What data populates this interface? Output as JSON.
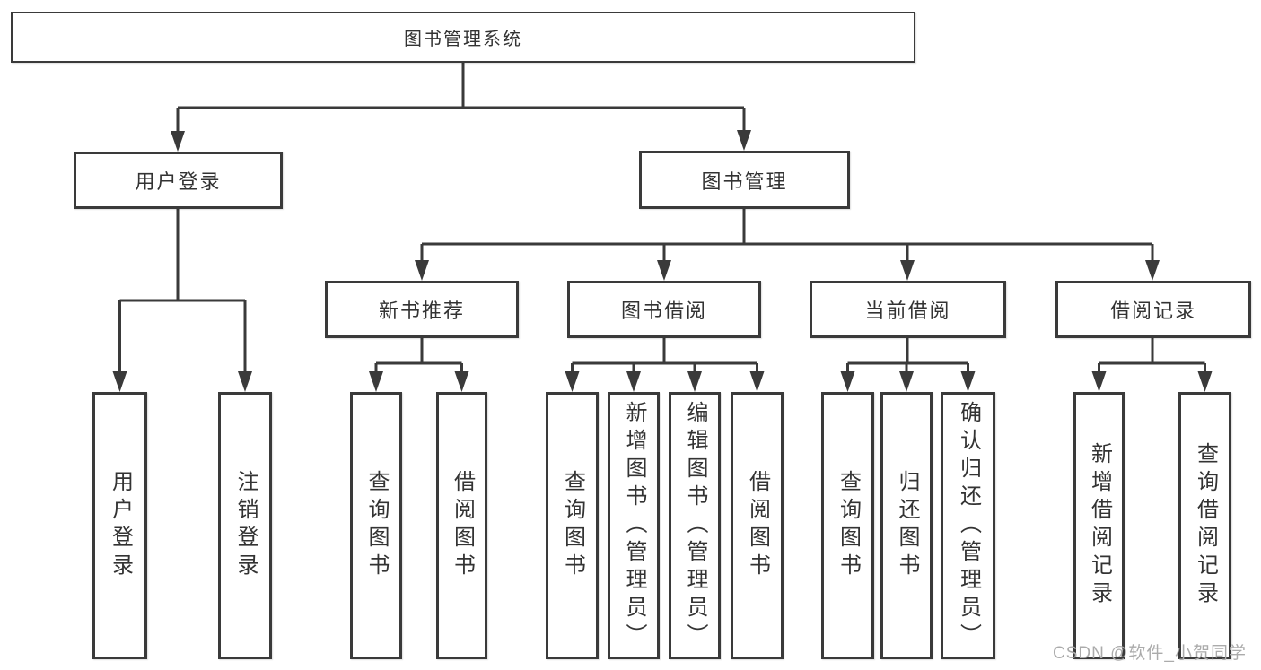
{
  "diagram": {
    "root": "图书管理系统",
    "level2": [
      {
        "label": "用户登录"
      },
      {
        "label": "图书管理"
      }
    ],
    "level3": [
      {
        "label": "新书推荐"
      },
      {
        "label": "图书借阅"
      },
      {
        "label": "当前借阅"
      },
      {
        "label": "借阅记录"
      }
    ],
    "leaves": {
      "user_login": [
        "用户登录",
        "注销登录"
      ],
      "new_book": [
        "查询图书",
        "借阅图书"
      ],
      "book_borrow": [
        "查询图书",
        "新增图书（管理员）",
        "编辑图书（管理员）",
        "借阅图书"
      ],
      "current_borrow": [
        "查询图书",
        "归还图书",
        "确认归还（管理员）"
      ],
      "borrow_record": [
        "新增借阅记录",
        "查询借阅记录"
      ]
    }
  },
  "colors": {
    "line": "#3a3a3a",
    "text": "#333333",
    "background": "#ffffff",
    "watermark": "#ababab"
  },
  "watermark": "CSDN @软件_小贺同学"
}
